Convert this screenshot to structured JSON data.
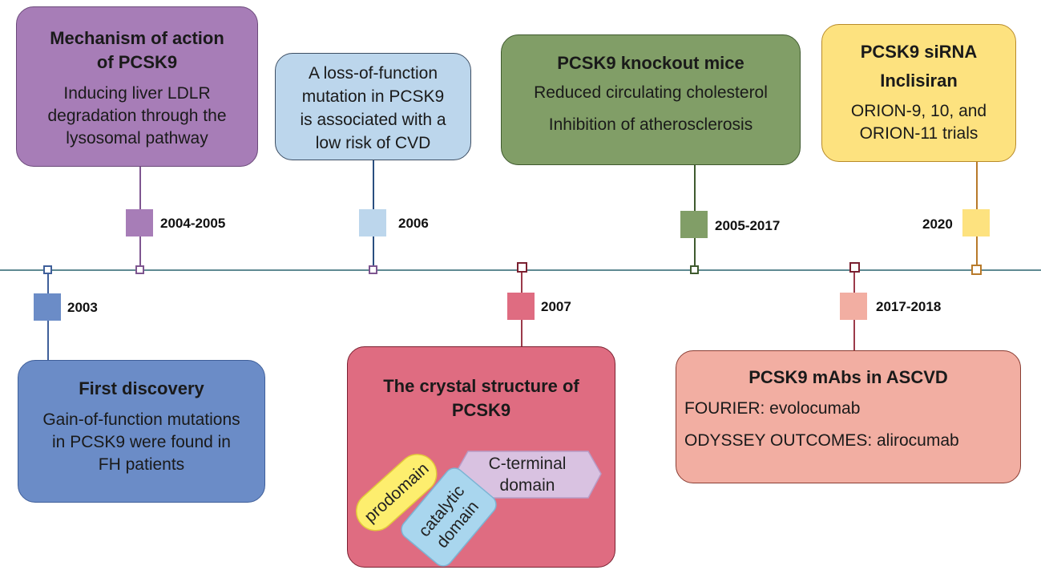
{
  "colors": {
    "purple": "#a77db7",
    "lightblue": "#bcd6ec",
    "green": "#819e67",
    "yellow": "#fde27f",
    "blue": "#6b8cc7",
    "red": "#df6c81",
    "salmon": "#f2aea2",
    "axis": "#5f8a92"
  },
  "events": {
    "e2003": {
      "year": "2003",
      "title": "First discovery",
      "lines": [
        "Gain-of-function mutations",
        "in PCSK9 were found in",
        "FH patients"
      ]
    },
    "e2004": {
      "year": "2004-2005",
      "title_lines": [
        "Mechanism of action",
        "of PCSK9"
      ],
      "lines": [
        "Inducing liver LDLR",
        "degradation through the",
        "lysosomal pathway"
      ]
    },
    "e2006": {
      "year": "2006",
      "lines": [
        "A loss-of-function",
        "mutation in PCSK9",
        "is associated with a",
        "low risk of CVD"
      ]
    },
    "e2007": {
      "year": "2007",
      "title_lines": [
        "The crystal structure of",
        "PCSK9"
      ],
      "domains": {
        "prodomain": "prodomain",
        "catalytic": [
          "catalytic",
          "domain"
        ],
        "cterminal": [
          "C-terminal",
          "domain"
        ]
      }
    },
    "e2005b": {
      "year": "2005-2017",
      "title": "PCSK9 knockout mice",
      "lines": [
        "Reduced circulating cholesterol",
        "Inhibition of atherosclerosis"
      ]
    },
    "e2017": {
      "year": "2017-2018",
      "title": "PCSK9 mAbs in ASCVD",
      "lines": [
        "FOURIER: evolocumab",
        "ODYSSEY OUTCOMES: alirocumab"
      ]
    },
    "e2020": {
      "year": "2020",
      "title_lines": [
        "PCSK9 siRNA",
        "Inclisiran"
      ],
      "lines": [
        "ORION-9, 10, and",
        "ORION-11 trials"
      ]
    }
  }
}
